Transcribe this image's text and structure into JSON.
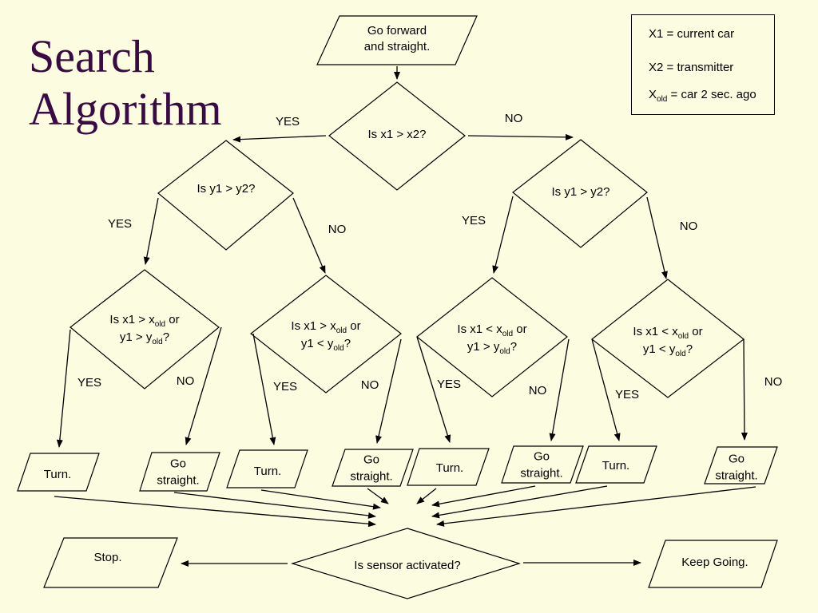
{
  "title": {
    "line1": "Search",
    "line2": "Algorithm"
  },
  "legend": {
    "x1": "X1 = current car",
    "x2": "X2 = transmitter",
    "xold_base": "X",
    "xold_sub": "old",
    "xold_rest": " = car 2 sec. ago"
  },
  "nodes": {
    "start": [
      "Go forward",
      "and straight."
    ],
    "q_x1_x2": "Is x1 > x2?",
    "q_y1_y2_left": "Is y1 > y2?",
    "q_y1_y2_right": "Is y1 > y2?",
    "q_a": {
      "l1": [
        "Is x1 > x",
        "old",
        " or"
      ],
      "l2": [
        "y1 > y",
        "old",
        "?"
      ]
    },
    "q_b": {
      "l1": [
        "Is x1 > x",
        "old",
        " or"
      ],
      "l2": [
        "y1 < y",
        "old",
        "?"
      ]
    },
    "q_c": {
      "l1": [
        "Is x1 < x",
        "old",
        " or"
      ],
      "l2": [
        "y1 > y",
        "old",
        "?"
      ]
    },
    "q_d": {
      "l1": [
        "Is x1 < x",
        "old",
        " or"
      ],
      "l2": [
        "y1 < y",
        "old",
        "?"
      ]
    },
    "out1": [
      "Turn."
    ],
    "out2": [
      "Go",
      "straight."
    ],
    "out3": [
      "Turn."
    ],
    "out4": [
      "Go",
      "straight."
    ],
    "out5": [
      "Turn."
    ],
    "out6": [
      "Go",
      "straight."
    ],
    "out7": [
      "Turn."
    ],
    "out8": [
      "Go",
      "straight."
    ],
    "sensor": "Is sensor activated?",
    "stop": "Stop.",
    "keep_going": "Keep Going."
  },
  "labels": {
    "yes": "YES",
    "no": "NO"
  }
}
